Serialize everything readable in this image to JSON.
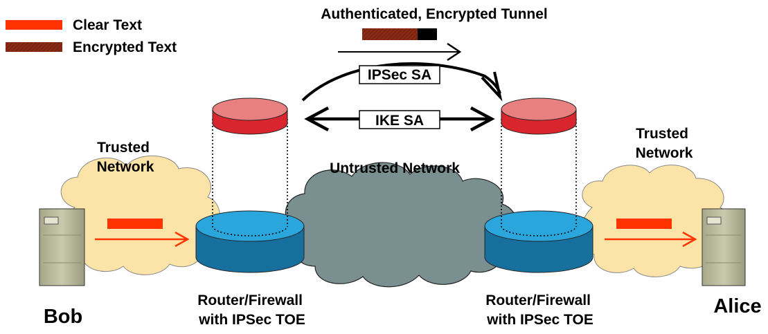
{
  "legend": {
    "clear_text": "Clear Text",
    "encrypted_text": "Encrypted Text"
  },
  "tunnel": {
    "title": "Authenticated, Encrypted Tunnel",
    "ipsec_sa": "IPSec SA",
    "ike_sa": "IKE SA"
  },
  "networks": {
    "left_trusted": [
      "Trusted",
      "Network"
    ],
    "right_trusted": [
      "Trusted",
      "Network"
    ],
    "untrusted": "Untrusted Network"
  },
  "devices": {
    "left_router": [
      "Router/Firewall",
      "with IPSec TOE"
    ],
    "right_router": [
      "Router/Firewall",
      "with IPSec TOE"
    ]
  },
  "hosts": {
    "left": "Bob",
    "right": "Alice"
  },
  "colors": {
    "clear_text": "#ff3300",
    "encrypted_text": "#8b2a14",
    "sa_database": "#d9262e",
    "toe_device": "#1b8ac1",
    "trusted_cloud": "#fce3a8",
    "untrusted_cloud": "#7a9090",
    "server": "#b8b89a"
  }
}
